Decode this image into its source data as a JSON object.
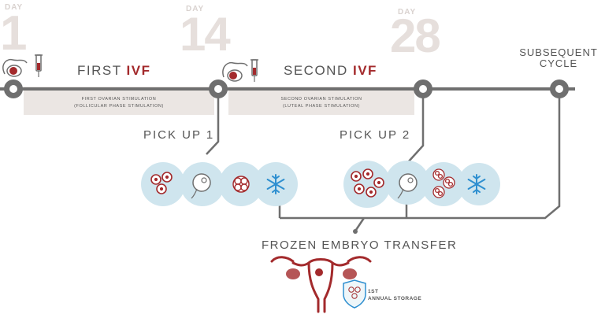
{
  "day_markers": [
    {
      "label": "DAY",
      "number": "1"
    },
    {
      "label": "DAY",
      "number": "14"
    },
    {
      "label": "DAY",
      "number": "28"
    }
  ],
  "first_ivf": {
    "prefix": "FIRST",
    "accent": "IVF",
    "panel_line1": "First ovarian stimulation",
    "panel_line2": "(Follicular phase stimulation)"
  },
  "second_ivf": {
    "prefix": "SECOND",
    "accent": "IVF",
    "panel_line1": "Second ovarian stimulation",
    "panel_line2": "(Luteal phase stimulation)"
  },
  "subsequent": {
    "line1": "SUBSEQUENT",
    "line2": "CYCLE"
  },
  "pickups": [
    {
      "label": "PICK UP 1"
    },
    {
      "label": "PICK UP 2"
    }
  ],
  "frozen_transfer": "FROZEN EMBRYO TRANSFER",
  "storage": {
    "superscript": "1ST",
    "label": "ANNUAL STORAGE"
  },
  "icons": {
    "pickup1": [
      "oocytes-icon",
      "fertilization-icon",
      "embryo-icon",
      "snowflake-icon"
    ],
    "pickup2": [
      "oocytes-icon",
      "fertilization-icon",
      "embryo-icon",
      "snowflake-icon"
    ]
  },
  "colors": {
    "line": "#6f6f6f",
    "accent": "#a32a2c",
    "bubble": "#cfe5ee",
    "panel": "#ebe6e3",
    "snowflake": "#2e8fd0"
  }
}
